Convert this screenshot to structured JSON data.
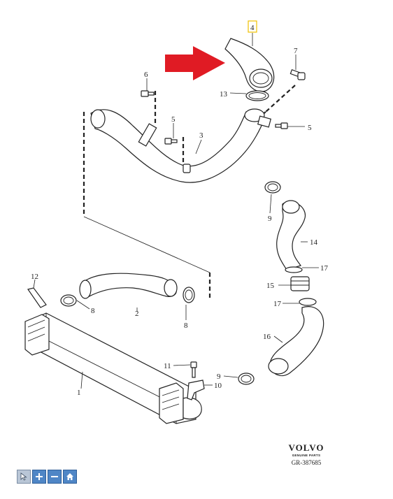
{
  "callouts": {
    "c1": "1",
    "c2": "2",
    "c3": "3",
    "c4": "4",
    "c5a": "5",
    "c5b": "5",
    "c6": "6",
    "c7": "7",
    "c8a": "8",
    "c8b": "8",
    "c9a": "9",
    "c9b": "9",
    "c10": "10",
    "c11": "11",
    "c12": "12",
    "c13": "13",
    "c14": "14",
    "c15": "15",
    "c16": "16",
    "c17a": "17",
    "c17b": "17"
  },
  "brand": {
    "name": "VOLVO",
    "tagline": "GENUINE PARTS",
    "reference": "GR-387685"
  },
  "colors": {
    "arrow": "#e01b24",
    "highlight_box": "#f0c000",
    "toolbar": "#4f86c6"
  },
  "toolbar": {
    "buttons": [
      {
        "icon": "pointer-icon"
      },
      {
        "icon": "zoom-in-icon"
      },
      {
        "icon": "zoom-out-icon"
      },
      {
        "icon": "home-icon"
      }
    ]
  }
}
